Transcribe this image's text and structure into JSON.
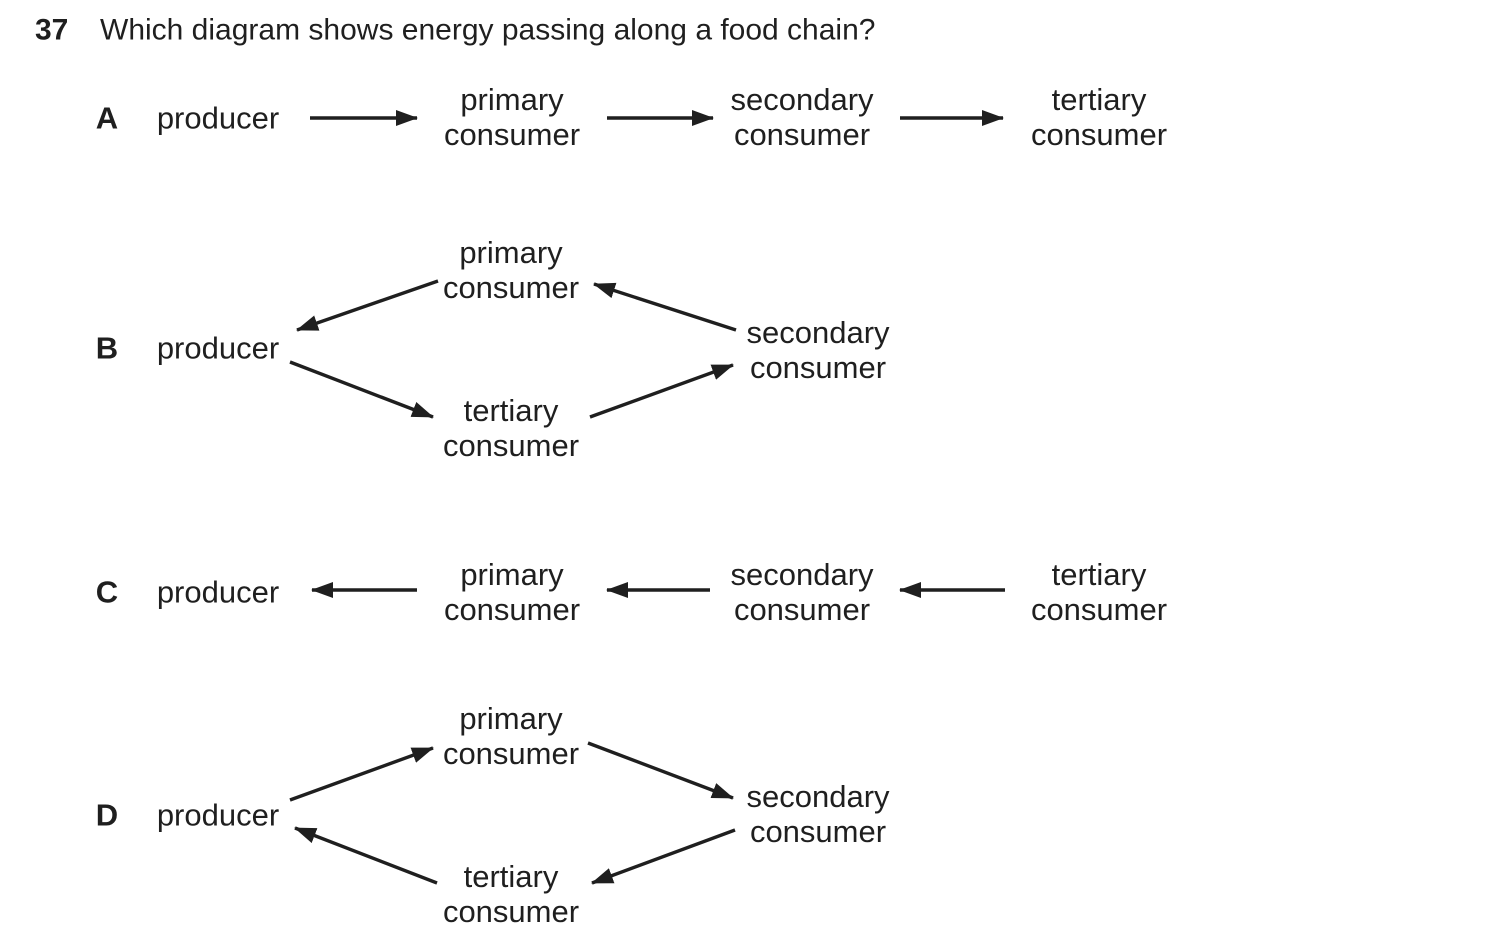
{
  "question": {
    "number": "37",
    "text": "Which diagram shows energy passing along a food chain?"
  },
  "colors": {
    "ink": "#1f1f1f",
    "paper": "#ffffff"
  },
  "diagrams": [
    {
      "letter": "A",
      "layout": "linear-left-to-right",
      "nodes": [
        {
          "id": "producer",
          "lines": [
            "producer"
          ]
        },
        {
          "id": "primary-consumer",
          "lines": [
            "primary",
            "consumer"
          ]
        },
        {
          "id": "secondary-consumer",
          "lines": [
            "secondary",
            "consumer"
          ]
        },
        {
          "id": "tertiary-consumer",
          "lines": [
            "tertiary",
            "consumer"
          ]
        }
      ],
      "edges": [
        {
          "from": "producer",
          "to": "primary consumer"
        },
        {
          "from": "primary consumer",
          "to": "secondary consumer"
        },
        {
          "from": "secondary consumer",
          "to": "tertiary consumer"
        }
      ]
    },
    {
      "letter": "B",
      "layout": "cycle-counterclockwise",
      "nodes": [
        {
          "id": "producer",
          "lines": [
            "producer"
          ]
        },
        {
          "id": "primary-consumer",
          "lines": [
            "primary",
            "consumer"
          ]
        },
        {
          "id": "secondary-consumer",
          "lines": [
            "secondary",
            "consumer"
          ]
        },
        {
          "id": "tertiary-consumer",
          "lines": [
            "tertiary",
            "consumer"
          ]
        }
      ],
      "edges": [
        {
          "from": "primary consumer",
          "to": "producer"
        },
        {
          "from": "secondary consumer",
          "to": "primary consumer"
        },
        {
          "from": "producer",
          "to": "tertiary consumer"
        },
        {
          "from": "tertiary consumer",
          "to": "secondary consumer"
        }
      ]
    },
    {
      "letter": "C",
      "layout": "linear-right-to-left",
      "nodes": [
        {
          "id": "producer",
          "lines": [
            "producer"
          ]
        },
        {
          "id": "primary-consumer",
          "lines": [
            "primary",
            "consumer"
          ]
        },
        {
          "id": "secondary-consumer",
          "lines": [
            "secondary",
            "consumer"
          ]
        },
        {
          "id": "tertiary-consumer",
          "lines": [
            "tertiary",
            "consumer"
          ]
        }
      ],
      "edges": [
        {
          "from": "primary consumer",
          "to": "producer"
        },
        {
          "from": "secondary consumer",
          "to": "primary consumer"
        },
        {
          "from": "tertiary consumer",
          "to": "secondary consumer"
        }
      ]
    },
    {
      "letter": "D",
      "layout": "cycle-clockwise",
      "nodes": [
        {
          "id": "producer",
          "lines": [
            "producer"
          ]
        },
        {
          "id": "primary-consumer",
          "lines": [
            "primary",
            "consumer"
          ]
        },
        {
          "id": "secondary-consumer",
          "lines": [
            "secondary",
            "consumer"
          ]
        },
        {
          "id": "tertiary-consumer",
          "lines": [
            "tertiary",
            "consumer"
          ]
        }
      ],
      "edges": [
        {
          "from": "producer",
          "to": "primary consumer"
        },
        {
          "from": "primary consumer",
          "to": "secondary consumer"
        },
        {
          "from": "secondary consumer",
          "to": "tertiary consumer"
        },
        {
          "from": "tertiary consumer",
          "to": "producer"
        }
      ]
    }
  ]
}
